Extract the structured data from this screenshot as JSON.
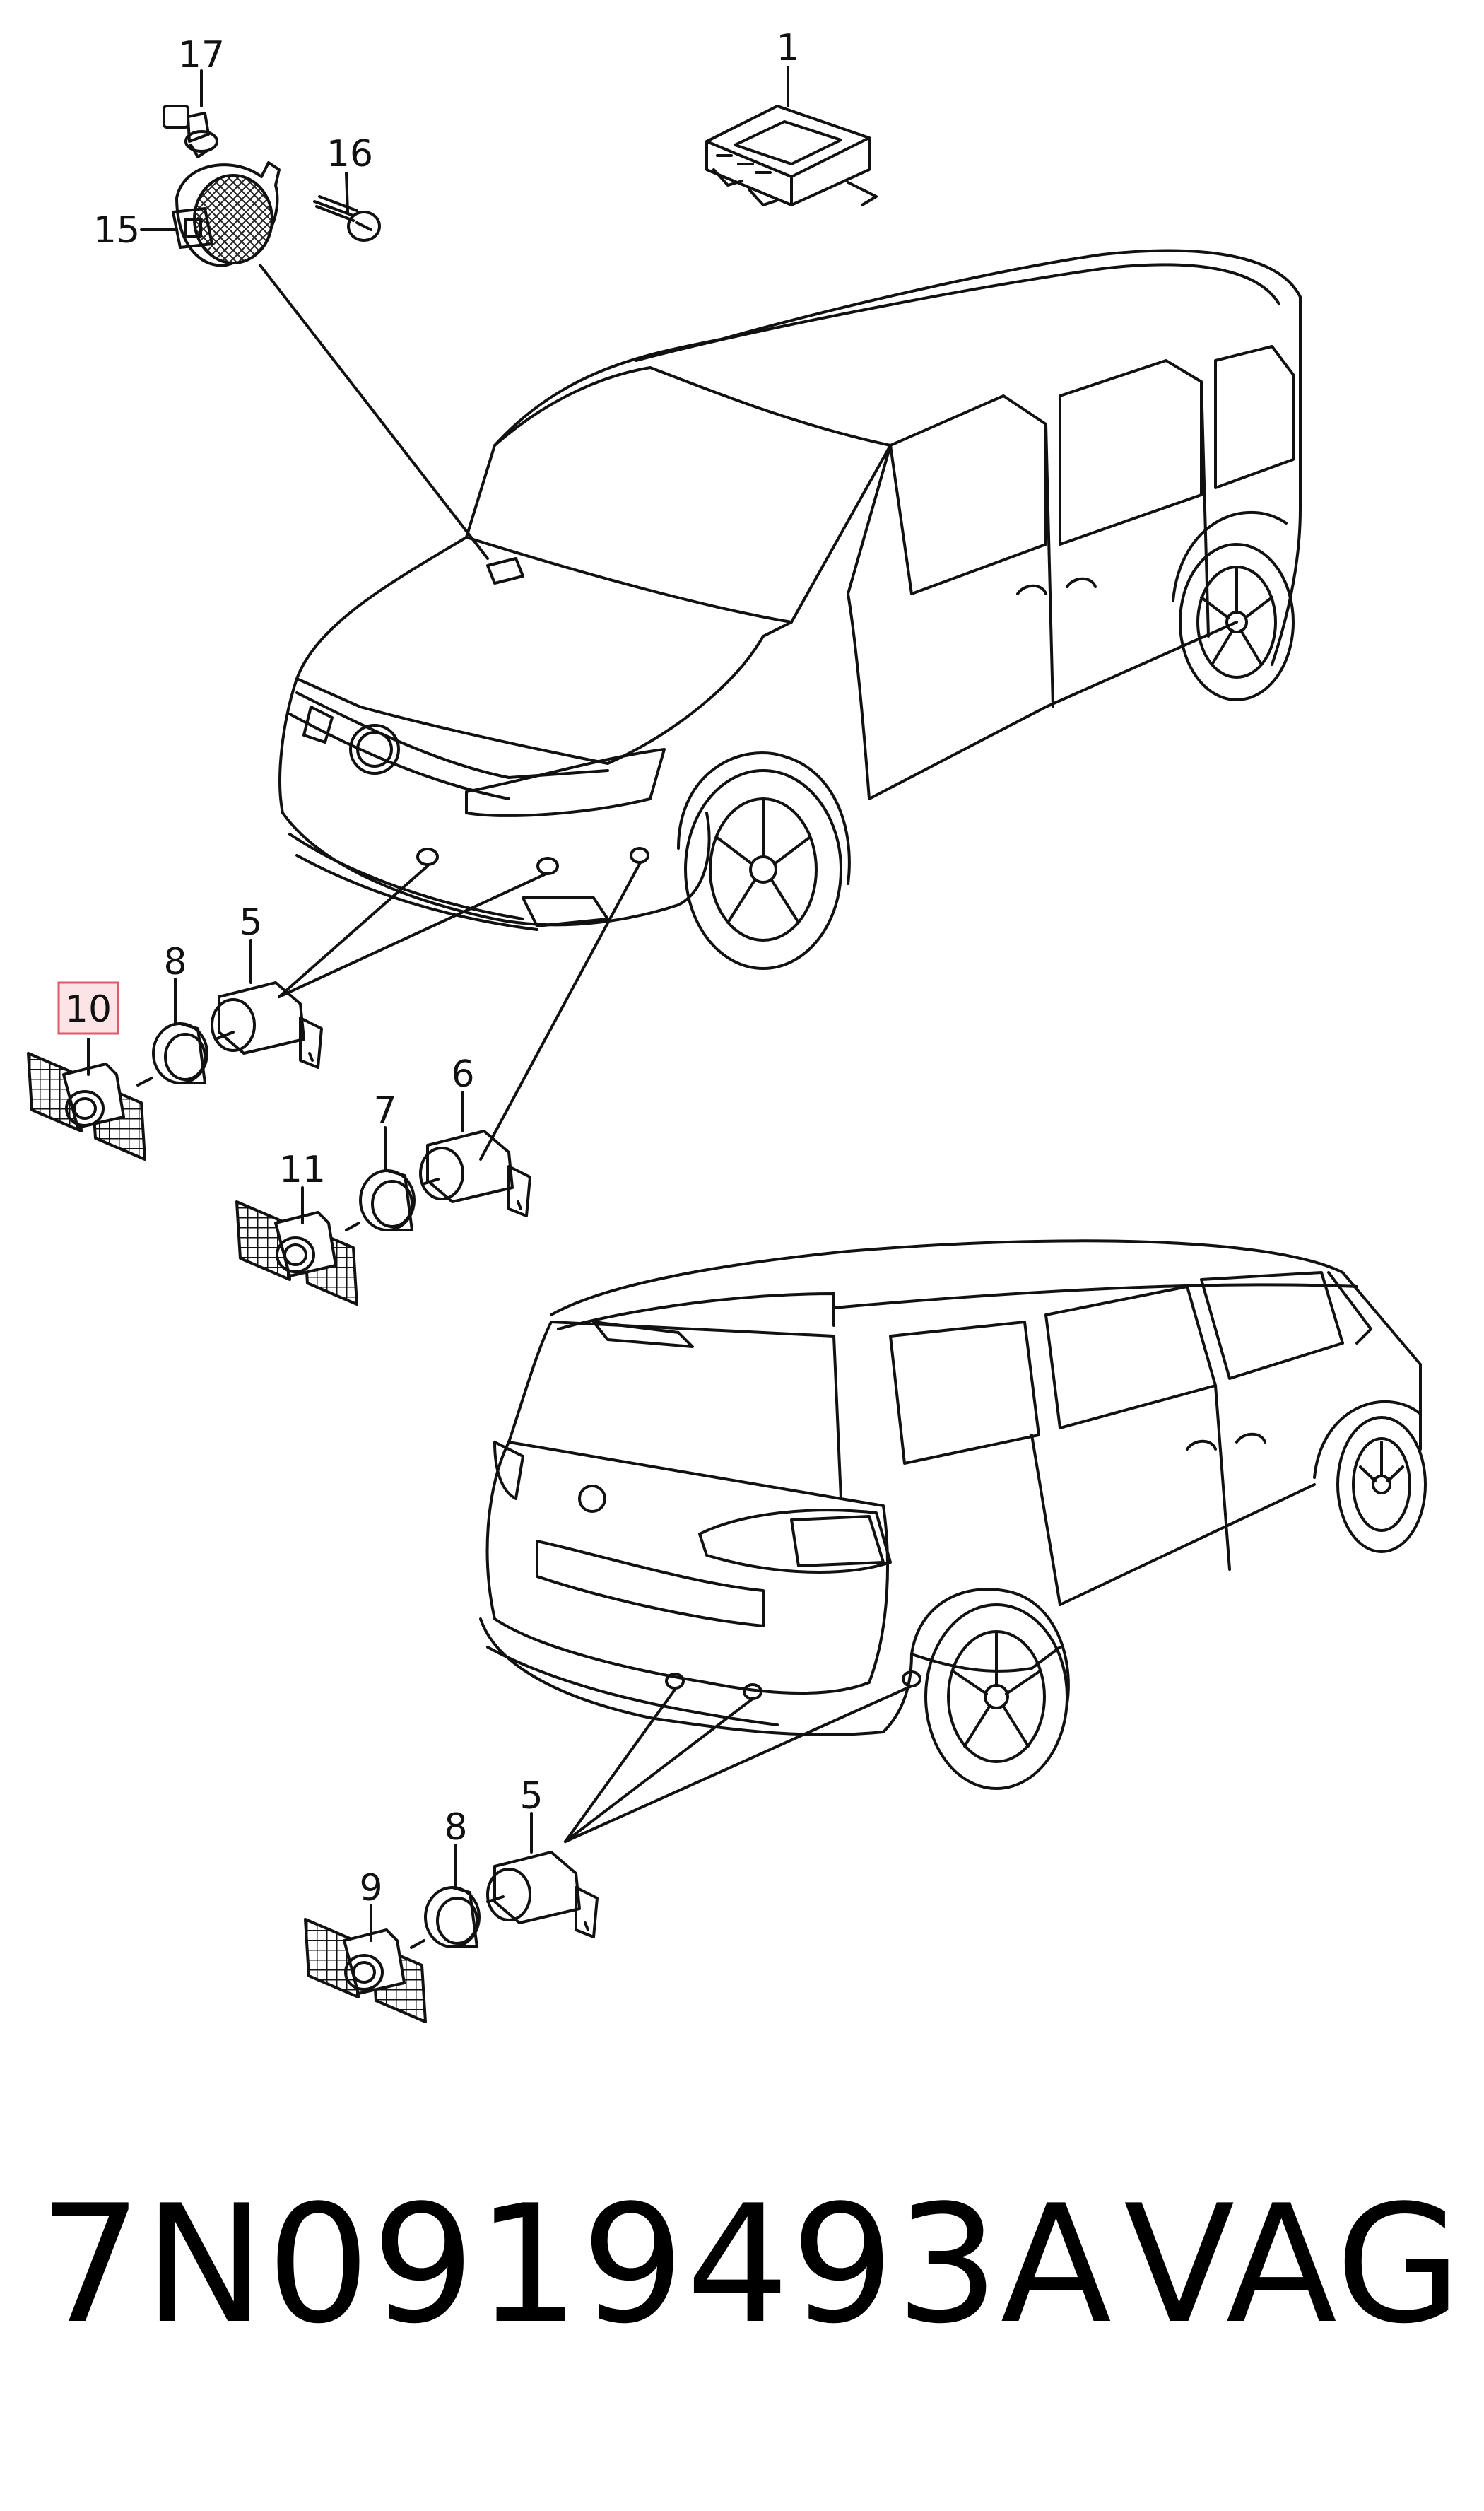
{
  "callouts": {
    "c1": "1",
    "c5a": "5",
    "c5b": "5",
    "c6": "6",
    "c7": "7",
    "c8a": "8",
    "c8b": "8",
    "c9": "9",
    "c10": "10",
    "c11": "11",
    "c15": "15",
    "c16": "16",
    "c17": "17"
  },
  "highlighted_callout": "10",
  "highlight_color": "#e05a6a",
  "caption": {
    "part_number": "7N0919493A",
    "brand": "VAG"
  },
  "icons": [
    "control-unit-icon",
    "buzzer-icon",
    "screw-icon",
    "clip-icon",
    "parking-sensor-icon",
    "sensor-ring-icon",
    "sensor-bracket-icon",
    "van-front-icon",
    "van-rear-icon"
  ]
}
